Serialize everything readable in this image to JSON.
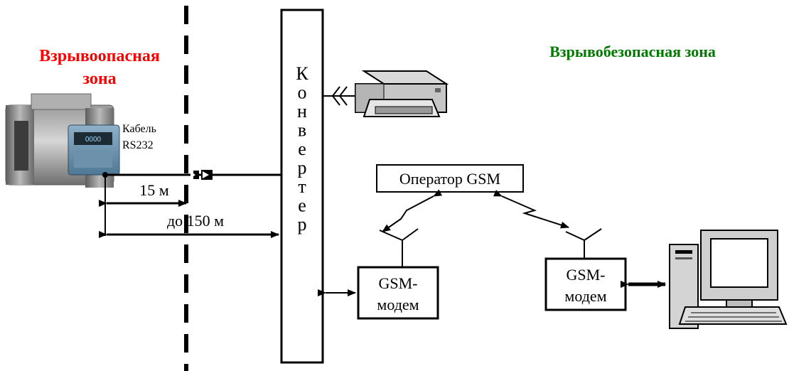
{
  "zones": {
    "hazardous": {
      "line1": "Взрывоопасная",
      "line2": "зона",
      "color": "#ff0000"
    },
    "safe": {
      "label": "Взрывобезопасная зона",
      "color": "#007a00"
    }
  },
  "cable": {
    "line1": "Кабель",
    "line2": "RS232"
  },
  "distances": {
    "short": "15 м",
    "long": "до 150 м"
  },
  "converter": {
    "letters": [
      "К",
      "о",
      "н",
      "в",
      "е",
      "р",
      "т",
      "е",
      "р"
    ]
  },
  "operator": {
    "label": "Оператор GSM"
  },
  "modem_left": {
    "line1": "GSM-",
    "line2": "модем"
  },
  "modem_right": {
    "line1": "GSM-",
    "line2": "модем"
  },
  "meter_display": {
    "text": "0000"
  },
  "icons": {
    "meter": "gas-meter-icon",
    "printer": "printer-icon",
    "computer": "computer-icon",
    "antenna": "antenna-icon",
    "connector": "connector-icon"
  }
}
